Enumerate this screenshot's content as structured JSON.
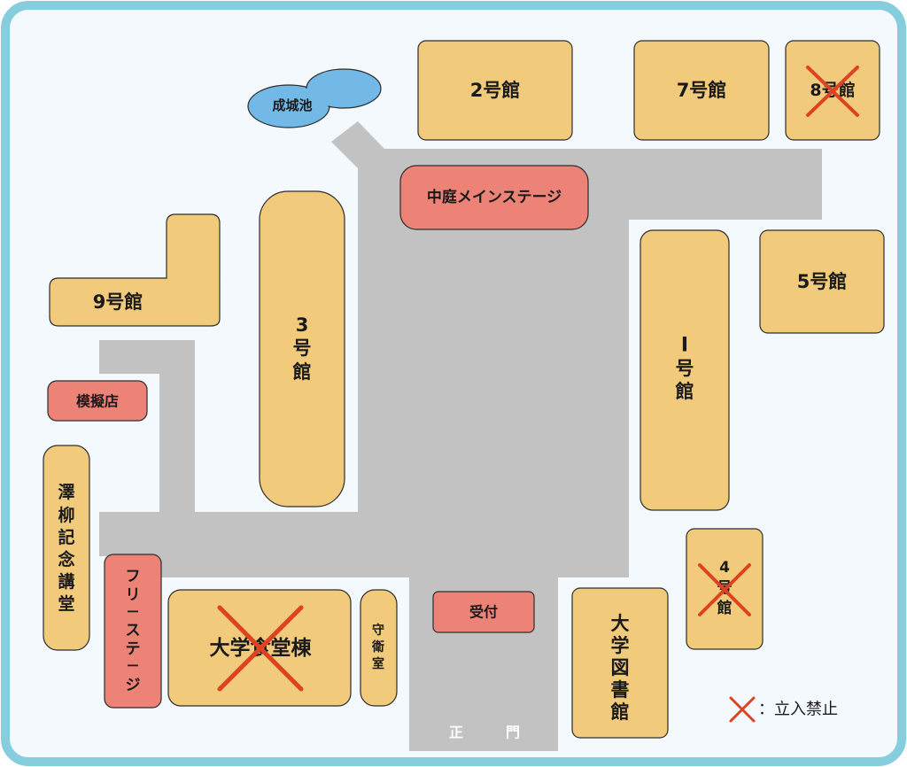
{
  "colors": {
    "frame": "#86cede",
    "background": "#f3f9fc",
    "road": "#c2c2c2",
    "building": "#f1cb7b",
    "venue": "#ed8277",
    "pond": "#73b9e8",
    "outline": "#2c2c2c",
    "cross": "#dd4322"
  },
  "landmarks": {
    "pond": "成城池",
    "main_gate": [
      "正",
      "門"
    ]
  },
  "buildings": {
    "b2": "2号館",
    "b7": "7号館",
    "b8": "8号館",
    "b9": "9号館",
    "b5": "5号館",
    "b3": [
      "3",
      "号",
      "館"
    ],
    "b1": [
      "I",
      "号",
      "館"
    ],
    "b4": [
      "4",
      "号",
      "館"
    ],
    "library": [
      "大",
      "学",
      "図",
      "書",
      "館"
    ],
    "hall": [
      "澤",
      "柳",
      "記",
      "念",
      "講",
      "堂"
    ],
    "cafeteria": "大学食堂棟",
    "guard": [
      "守",
      "衛",
      "室"
    ]
  },
  "venues": {
    "main_stage": "中庭メインステージ",
    "mock_shop": "模擬店",
    "free_stage": [
      "フ",
      "リ",
      "ー",
      "ス",
      "テ",
      "ー",
      "ジ"
    ],
    "reception": "受付"
  },
  "legend": {
    "text": "：立入禁止",
    "icon": "x-mark"
  }
}
